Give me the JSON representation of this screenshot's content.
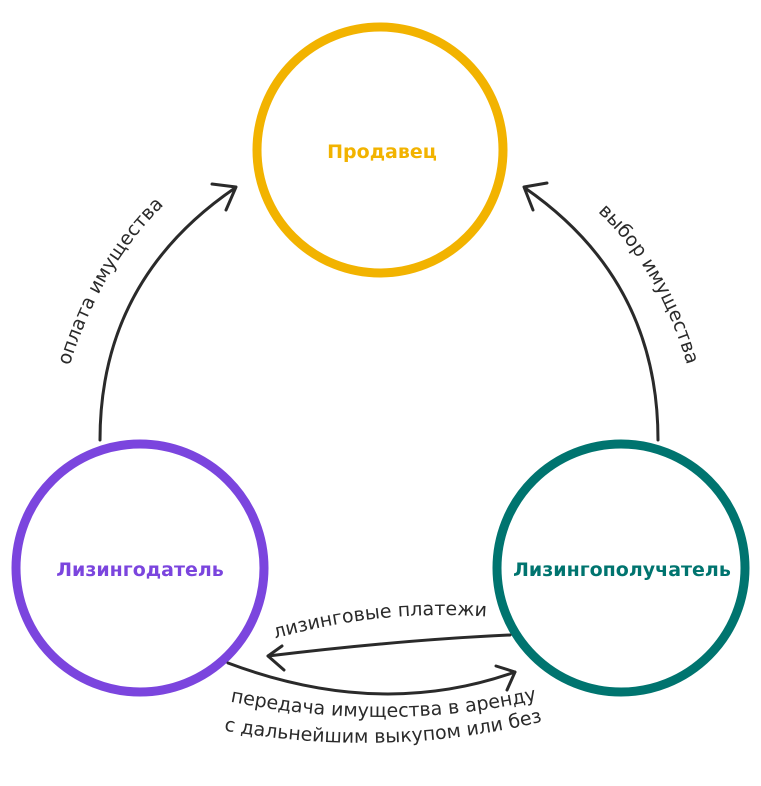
{
  "nodes": {
    "seller": {
      "label": "Продавец",
      "color": "#F2B300"
    },
    "lessor": {
      "label": "Лизингодатель",
      "color": "#7B45DE"
    },
    "lessee": {
      "label": "Лизингополучатель",
      "color": "#00746F"
    }
  },
  "edges": {
    "payment": {
      "label": "оплата имущества"
    },
    "choice": {
      "label": "выбор имущества"
    },
    "lease_payments": {
      "label": "лизинговые платежи"
    },
    "transfer": {
      "line1": "передача имущества в аренду",
      "line2": "с дальнейшим выкупом или без"
    }
  },
  "colors": {
    "line": "#2a2a2a",
    "background": "#ffffff"
  }
}
